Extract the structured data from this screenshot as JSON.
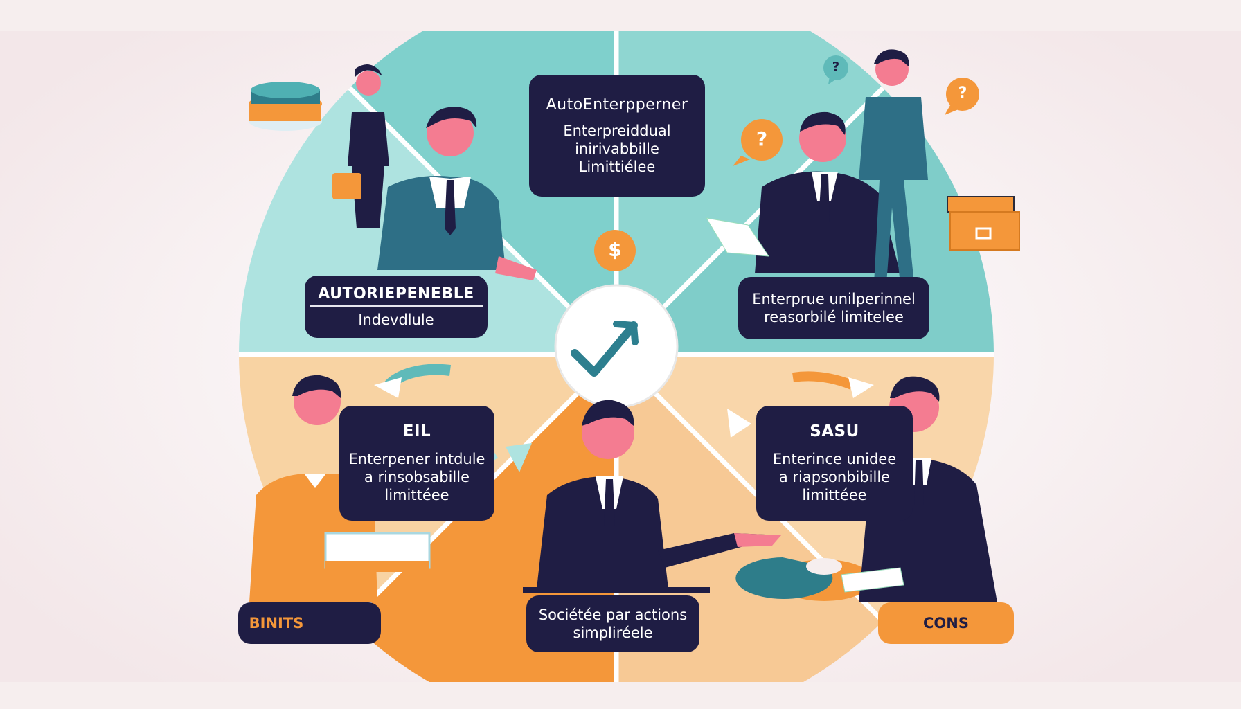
{
  "top_box": {
    "title": "AutoEnterpperner",
    "lines": [
      "Enterpreiddual",
      "inirivabbille",
      "Limittiélee"
    ]
  },
  "left_box": {
    "title": "AUTORIEPENEBLE",
    "line": "Indevdlule"
  },
  "right_box": {
    "lines": [
      "Enterprue unilperinnel",
      "reasorbilé limitelee"
    ]
  },
  "eil_box": {
    "title": "EIL",
    "lines": [
      "Enterpener intdule",
      "a rinsobsabille",
      "limittéee"
    ]
  },
  "sasu_box": {
    "title": "SASU",
    "lines": [
      "Enterince unidee",
      "a riapsonbibille",
      "limittéee"
    ]
  },
  "bottom_box": {
    "lines": [
      "Sociétée par actions",
      "simpliréele"
    ]
  },
  "pill_left": {
    "label": "BINITS"
  },
  "pill_right": {
    "label": "CONS"
  },
  "bubbles": {
    "dollar": "$",
    "question": "?"
  },
  "colors": {
    "navy": "#1f1d44",
    "teal": "#7fd0cc",
    "teal_light": "#aee3e0",
    "orange": "#f4973a",
    "peach": "#f8d3a3",
    "background": "#f6eeee"
  }
}
